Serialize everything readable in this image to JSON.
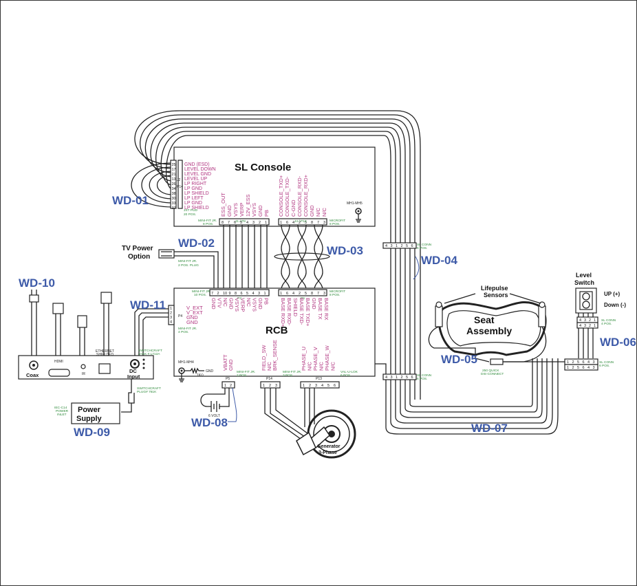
{
  "colors": {
    "wd_label": "#3d5aa8",
    "pin_label": "#b0337f",
    "connector_note": "#2d8a3a",
    "line": "#222222"
  },
  "boards": {
    "sl_console": "SL Console",
    "rcb": "RCB"
  },
  "harness_labels": {
    "wd01": "WD-01",
    "wd02": "WD-02",
    "wd03": "WD-03",
    "wd04": "WD-04",
    "wd05": "WD-05",
    "wd06": "WD-06",
    "wd07": "WD-07",
    "wd08": "WD-08",
    "wd09": "WD-09",
    "wd10": "WD-10",
    "wd11": "WD-11"
  },
  "sl_console": {
    "left_pins": [
      "GND (ESD)",
      "LEVEL DOWN",
      "LEVEL GND",
      "LEVEL UP",
      "LP RIGHT",
      "LP GND",
      "LP SHIELD",
      "LP LEFT",
      "LP GND",
      "LP SHIELD"
    ],
    "left_pin_numbers": [
      "25",
      "17",
      "21",
      "13",
      "26",
      "34",
      "38",
      "30",
      "33",
      "37"
    ],
    "left_connector": "J2",
    "left_connector2": "P14",
    "left_note": "JST PUD\n20 POS.",
    "j1_pins": [
      "ESS_OUT",
      "GND",
      "VSYS",
      "VERP",
      "12V_ESS",
      "VSYS",
      "GND",
      "PB"
    ],
    "j1_nums": [
      "8",
      "7",
      "6",
      "5",
      "4",
      "3",
      "2",
      "1"
    ],
    "j1_label": "J1 / P8",
    "j1_note": "MINI-FIT JR.\n8 POS.",
    "j4_pins": [
      "CONSOLE_TXD+",
      "CONSOLE_TXD-",
      "C-GND",
      "CONSOLE_RXD-",
      "CONSOLE_RXD+",
      "GND",
      "N/C",
      "N/C"
    ],
    "j4_nums": [
      "1",
      "6",
      "4",
      "2",
      "5",
      "8",
      "7",
      "3"
    ],
    "j4_label": "J4 / P13",
    "j4_note": "MICROFIT\n8 POS.",
    "mh": "MH1-MH5"
  },
  "rcb": {
    "p3_pins": [
      "GND",
      "VTV",
      "N/C",
      "GND",
      "VSYS",
      "VERP",
      "N/C",
      "VSYS",
      "GND",
      "PB"
    ],
    "p3_nums": [
      "7",
      "2",
      "10",
      "9",
      "8",
      "6",
      "5",
      "4",
      "3",
      "1"
    ],
    "p3_label": "P3",
    "p3_note": "MINI-FIT JR.\n10 POS.",
    "p6_pins": [
      "BASE RXD+",
      "BASE RXD-",
      "SHIELD",
      "BASE TXD-",
      "BASE TXD+",
      "GND",
      "BASE TX",
      "BASE RX"
    ],
    "p6_nums": [
      "1",
      "6",
      "4",
      "2",
      "5",
      "8",
      "7",
      "3"
    ],
    "p6_label": "P6",
    "p6_note": "MICROFIT\n8 POS.",
    "p4_pins": [
      "V_EXT",
      "V_EXT",
      "GND",
      "GND"
    ],
    "p4_nums": [
      "1",
      "2",
      "3",
      "4"
    ],
    "p4_label": "P4",
    "p4_note": "MINI-FIT JR.\n4 POS.",
    "p5_pins": [
      "VBATT",
      "GND"
    ],
    "p5_nums": [
      "1",
      "2"
    ],
    "p5_label": "P5",
    "p5_note": "MINI-FIT JR.\n2 POS.",
    "p14_pins": [
      "FIELD_SW",
      "N/C",
      "BRK_SENSE"
    ],
    "p14_nums": [
      "1",
      "2",
      "3"
    ],
    "p14_label": "P14",
    "p14_note": "MINI-FIT JR.\n3 POS.",
    "p13_pins": [
      "PHASE_U",
      "N/C",
      "PHASE_V",
      "N/C",
      "PHASE_W",
      "N/C"
    ],
    "p13_nums": [
      "1",
      "2",
      "3",
      "4",
      "5",
      "6"
    ],
    "p13_label": "P13",
    "p13_note": "VAL-U-LOK\n6 POS.",
    "mh": "MH1-MH4",
    "gnd": "GND",
    "resistor": "1KΩ"
  },
  "components": {
    "tv_power": "TV Power\nOption",
    "tv_plug": "MINI-FIT JR.\n2 POS. PLUG",
    "lifepulse": "Lifepulse\nSensors",
    "seat": "Seat\nAssembly",
    "level_switch": "Level\nSwitch",
    "up": "UP (+)",
    "down": "Down (-)",
    "generator": "Generator\n3-Phase",
    "power_supply": "Power\nSupply",
    "iec": "IEC-C14\nPOWER\nINLET",
    "battery": "6 VOLT",
    "quick": "250 QUICK\nDIS-CONNECT",
    "coax": "Coax",
    "hdmi": "HDMI",
    "ir": "IR",
    "ethernet": "ETHERNET\nSHIELDED",
    "dc_input": "DC\nInput",
    "jack_note": "SWITCHCRAFT\nJACK # L712A",
    "plug_note": "SWITCHCRAFT\nPLUG# 761K"
  },
  "sl_conn": {
    "top_nums": [
      "4",
      "3",
      "1",
      "2",
      "5",
      "6"
    ],
    "top_note": "SL CONN\n6 POS.",
    "bot_nums": [
      "4",
      "3",
      "1",
      "2",
      "5",
      "6"
    ],
    "bot_note": "SL CONN\n6 POS.",
    "lvl_top_nums": [
      "4",
      "3",
      "2",
      "1"
    ],
    "lvl_bot_nums": [
      "4",
      "3",
      "2",
      "1"
    ],
    "lvl_note": "SL CONN\n4 POS.",
    "sens_top_nums": [
      "1",
      "2",
      "5",
      "6",
      "4",
      "3"
    ],
    "sens_bot_nums": [
      "1",
      "2",
      "5",
      "6",
      "4",
      "3"
    ],
    "sens_note": "SL CONN\n6 POS."
  }
}
